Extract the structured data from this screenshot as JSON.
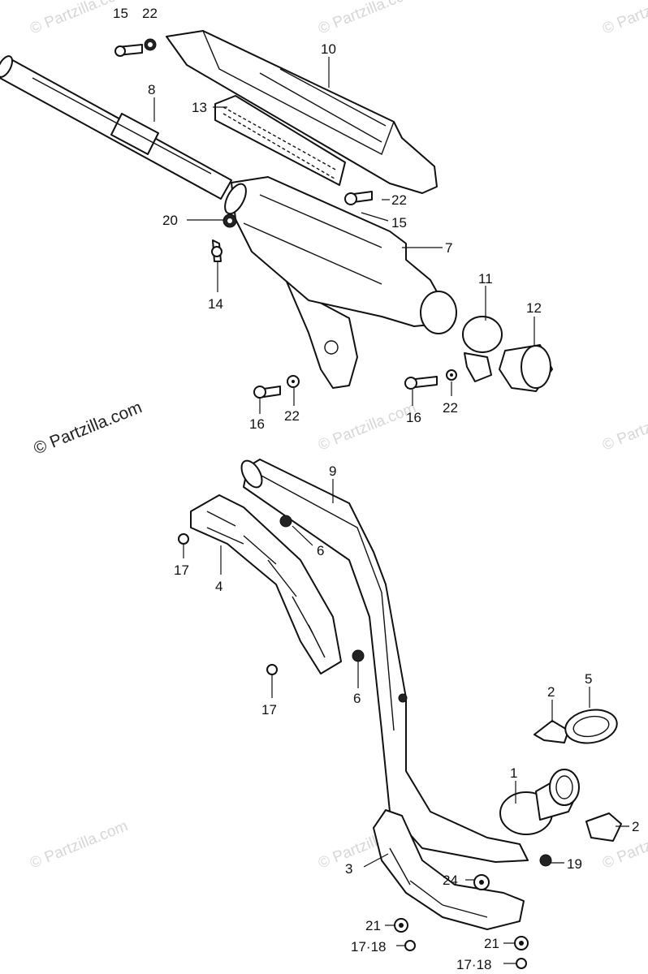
{
  "copyright_text": "© Partzilla.com",
  "watermark_text": "© Partzilla.com",
  "callouts": {
    "c1": "1",
    "c2a": "2",
    "c2b": "2",
    "c3": "3",
    "c4": "4",
    "c5": "5",
    "c6a": "6",
    "c6b": "6",
    "c7": "7",
    "c8": "8",
    "c9": "9",
    "c10": "10",
    "c11": "11",
    "c12": "12",
    "c13": "13",
    "c14": "14",
    "c15a": "15",
    "c15b": "15",
    "c16a": "16",
    "c16b": "16",
    "c17a": "17",
    "c17b": "17",
    "c1718a": "17·18",
    "c1718b": "17·18",
    "c19": "19",
    "c20": "20",
    "c21a": "21",
    "c21b": "21",
    "c22a": "22",
    "c22b": "22",
    "c22c": "22",
    "c22d": "22",
    "c24": "24"
  }
}
